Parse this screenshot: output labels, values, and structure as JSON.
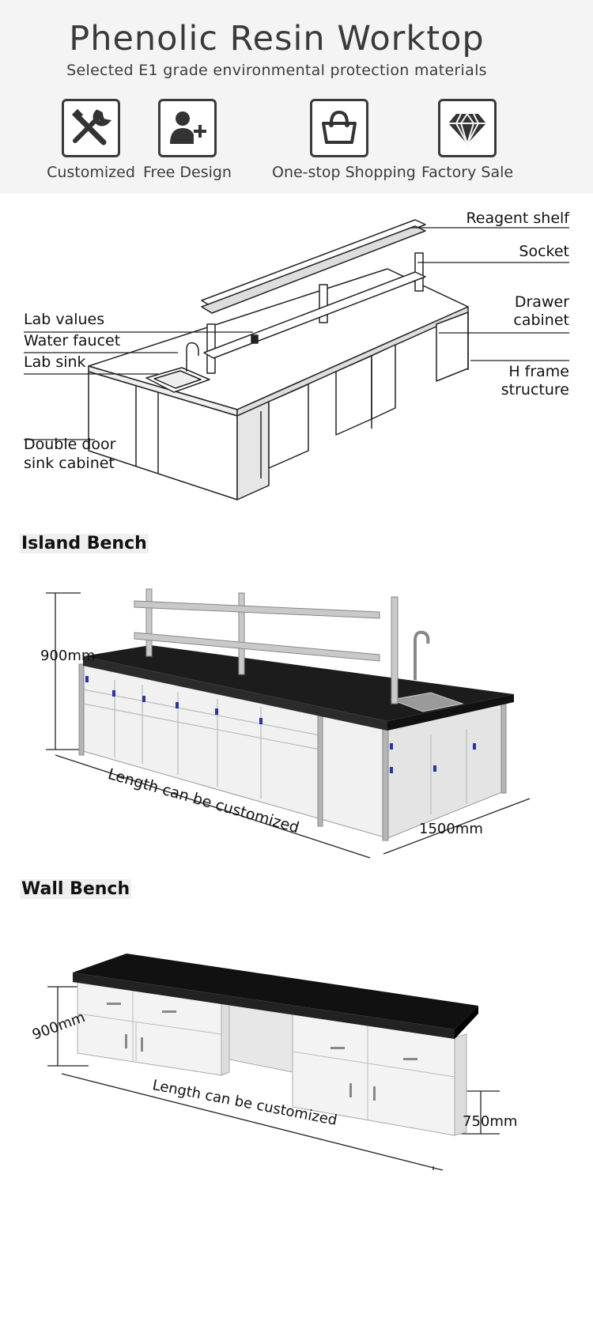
{
  "header": {
    "title": "Phenolic Resin Worktop",
    "subtitle": "Selected E1 grade environmental protection materials",
    "features": [
      {
        "label": "Customized",
        "icon": "tools-icon"
      },
      {
        "label": "Free Design",
        "icon": "add-user-icon"
      },
      {
        "label": "One-stop Shopping",
        "icon": "shopping-bag-icon"
      },
      {
        "label": "Factory Sale",
        "icon": "diamond-icon"
      }
    ]
  },
  "diagram": {
    "left_labels": [
      "Lab values",
      "Water faucet",
      "Lab sink",
      "Double door",
      "sink cabinet"
    ],
    "right_labels": [
      "Reagent shelf",
      "Socket",
      "Drawer",
      "cabinet",
      "H frame",
      "structure"
    ]
  },
  "island": {
    "title": "Island Bench",
    "height": "900mm",
    "length": "Length can be customized",
    "width": "1500mm"
  },
  "wall": {
    "title": "Wall Bench",
    "height": "900mm",
    "length": "Length can be customized",
    "width": "750mm"
  }
}
